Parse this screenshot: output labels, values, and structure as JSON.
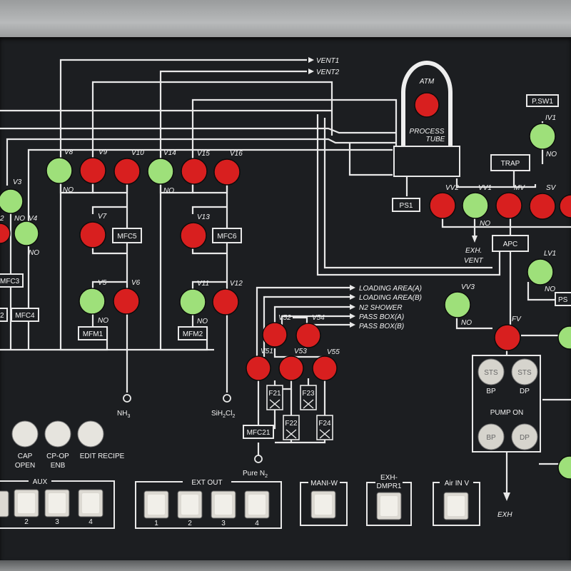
{
  "colors": {
    "panel": "#1c1e21",
    "line": "#e8e8e8",
    "lamp_red": "#d81f1f",
    "lamp_green": "#9ee07a",
    "button": "#e6e4de"
  },
  "outlets": {
    "vent1": "VENT1",
    "vent2": "VENT2",
    "exh_vent_1": "EXH.",
    "exh_vent_2": "VENT",
    "exh": "EXH"
  },
  "tube": {
    "atm": "ATM",
    "process_1": "PROCESS",
    "process_2": "TUBE"
  },
  "boxes": {
    "psw1": "P.SW1",
    "trap": "TRAP",
    "ps1": "PS1",
    "apc": "APC",
    "ps_right": "PS",
    "mfc3": "MFC3",
    "mfc4": "MFC4",
    "mfc5": "MFC5",
    "mfc6": "MFC6",
    "mfm1": "MFM1",
    "mfm2": "MFM2",
    "mfc21": "MFC21"
  },
  "box_partial": {
    "b2a": "2",
    "b2b": "2"
  },
  "valves": {
    "v3": "V3",
    "v4": "V4",
    "v5": "V5",
    "v6": "V6",
    "v7": "V7",
    "v8": "V8",
    "v9": "V9",
    "v10": "V10",
    "v11": "V11",
    "v12": "V12",
    "v13": "V13",
    "v14": "V14",
    "v15": "V15",
    "v16": "V16",
    "v51": "V51",
    "v52": "V52",
    "v53": "V53",
    "v54": "V54",
    "v55": "V55",
    "iv1": "IV1",
    "vv2": "VV2",
    "vv1": "VV1",
    "mv": "MV",
    "sv": "SV",
    "lv1": "LV1",
    "vv3": "VV3",
    "fv": "FV"
  },
  "no_label": "NO",
  "partial_label": "2",
  "nh3": {
    "main": "NH",
    "sub": "3"
  },
  "sih2cl2": {
    "a": "SiH",
    "b": "2",
    "c": "Cl",
    "d": "2"
  },
  "pure_n2": {
    "main": "Pure N",
    "sub": "2"
  },
  "supply_lines": [
    "LOADING AREA(A)",
    "LOADING AREA(B)",
    "N2 SHOWER",
    "PASS BOX(A)",
    "PASS BOX(B)"
  ],
  "filters": {
    "f21": "F21",
    "f22": "F22",
    "f23": "F23",
    "f24": "F24"
  },
  "pump": {
    "sts1": "STS",
    "sts2": "STS",
    "bp_label": "BP",
    "dp_label": "DP",
    "pump_on": "PUMP ON",
    "bp_btn": "BP",
    "dp_btn": "DP"
  },
  "buttons": {
    "cap_open_1": "CAP",
    "cap_open_2": "OPEN",
    "cpop_1": "CP-OP",
    "cpop_2": "ENB",
    "edit_recipe": "EDIT RECIPE"
  },
  "groups": {
    "aux": {
      "title": "AUX",
      "nums": [
        "2",
        "3",
        "4"
      ]
    },
    "ext_out": {
      "title": "EXT OUT",
      "nums": [
        "1",
        "2",
        "3",
        "4"
      ]
    },
    "mani_w": {
      "title": "MANI-W"
    },
    "exh_dmpr": {
      "title_1": "EXH-",
      "title_2": "DMPR1"
    },
    "air_in": {
      "title": "Air IN V"
    }
  }
}
